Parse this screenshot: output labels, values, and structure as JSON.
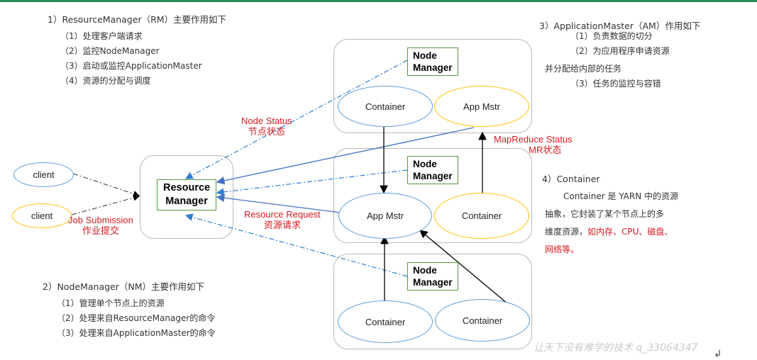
{
  "rm_section": {
    "title": "1）ResourceManager（RM）主要作用如下",
    "items": [
      "（1）处理客户端请求",
      "（2）监控NodeManager",
      "（3）启动或监控ApplicationMaster",
      "（4）资源的分配与调度"
    ]
  },
  "nm_section": {
    "title": "2）NodeManager（NM）主要作用如下",
    "items": [
      "（1）管理单个节点上的资源",
      "（2）处理来自ResourceManager的命令",
      "（3）处理来自ApplicationMaster的命令"
    ]
  },
  "am_section": {
    "title": "3）ApplicationMaster（AM）作用如下",
    "items": [
      "（1）负责数据的切分",
      "（2）为应用程序申请资源",
      "并分配给内部的任务",
      "（3）任务的监控与容错"
    ]
  },
  "container_section": {
    "title": "4）Container",
    "lines": [
      "Container 是 YARN 中的资源",
      "抽象，它封装了某个节点上的多",
      "维度资源，"
    ],
    "highlight_1": "如内存、CPU、磁盘、",
    "highlight_2": "网络等。"
  },
  "diagram": {
    "clients": [
      "client",
      "client"
    ],
    "resource_manager": "Resource\nManager",
    "node_manager_label": "Node\nManager",
    "container_label": "Container",
    "app_master_label": "App Mstr",
    "labels": {
      "node_status_en": "Node Status",
      "node_status_cn": "节点状态",
      "mr_status_en": "MapReduce Status",
      "mr_status_cn": "MR状态",
      "job_submission_en": "Job Submission",
      "job_submission_cn": "作业提交",
      "resource_request_en": "Resource Request",
      "resource_request_cn": "资源请求"
    },
    "colors": {
      "blue": "#5b9bd5",
      "gold": "#ffc000",
      "green": "#4f9a3a",
      "red": "#d71920",
      "arrow_blue": "#4472c4"
    }
  },
  "watermark": "让天下没有难学的技术 q_33064347",
  "return_mark": "↲"
}
